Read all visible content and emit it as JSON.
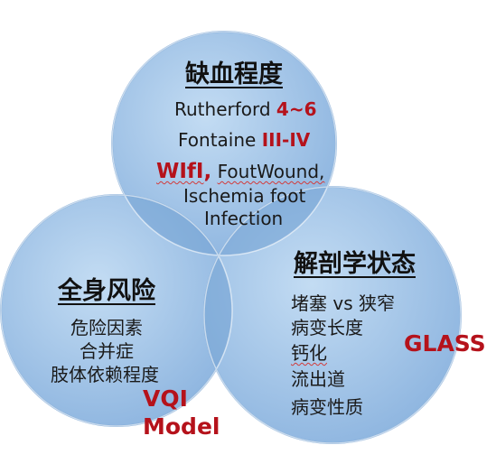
{
  "colors": {
    "circle_fill": "#9cc1e6",
    "circle_edge": "#6c9ccb",
    "overlap_fill": "#6e9fd2",
    "accent_red": "#b5121b",
    "text": "#111111"
  },
  "circles": {
    "top": {
      "title": "缺血程度",
      "rutherford_label": "Rutherford",
      "rutherford_value": "4~6",
      "fontaine_label": "Fontaine",
      "fontaine_value": "III-IV",
      "wifi_name": "WIfI",
      "wifi_sep": ",",
      "wifi_rest": "FoutWound,",
      "line_ischemia": "Ischemia foot",
      "line_infection": "Infection"
    },
    "left": {
      "title": "全身风险",
      "items": [
        "危险因素",
        "合并症",
        "肢体依赖程度"
      ],
      "tool_line1": "VQI",
      "tool_line2": "Model"
    },
    "right": {
      "title": "解剖学状态",
      "items": [
        "堵塞 vs 狭窄",
        "病变长度",
        "钙化",
        "流出道",
        "病变性质"
      ],
      "tool": "GLASS"
    }
  }
}
